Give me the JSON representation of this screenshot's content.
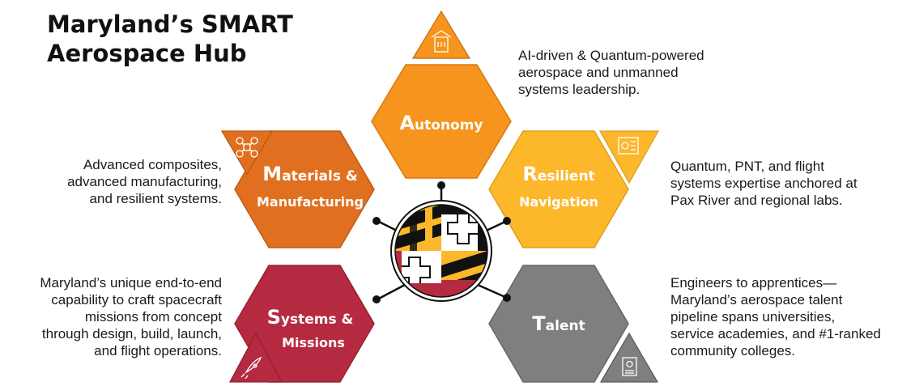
{
  "title": {
    "line1": "Maryland’s SMART",
    "line2": "Aerospace Hub"
  },
  "colors": {
    "autonomy": "#F7941D",
    "materials": "#E07020",
    "navigation": "#FCB72B",
    "systems": "#B52A40",
    "talent": "#7F7F7F",
    "connector": "#111111"
  },
  "hexes": {
    "autonomy": {
      "initial": "A",
      "rest": "utonomy",
      "line2": ""
    },
    "materials": {
      "initial": "M",
      "rest": "aterials &",
      "line2": "Manufacturing"
    },
    "navigation": {
      "initial": "R",
      "rest": "esilient",
      "line2": "Navigation"
    },
    "systems": {
      "initial": "S",
      "rest": "ystems &",
      "line2": "Missions"
    },
    "talent": {
      "initial": "T",
      "rest": "alent",
      "line2": ""
    }
  },
  "icons": {
    "autonomy": "buildings-icon",
    "materials": "drone-icon",
    "navigation": "blueprint-gear-icon",
    "systems": "rocket-icon",
    "talent": "certificate-icon",
    "center": "maryland-flag-emblem"
  },
  "descriptions": {
    "autonomy": "AI-driven & Quantum-powered\naerospace and unmanned\nsystems leadership.",
    "materials": "Advanced composites,\nadvanced manufacturing,\nand resilient systems.",
    "navigation": "Quantum, PNT, and flight\nsystems expertise anchored at\nPax River and regional labs.",
    "systems": "Maryland’s unique end-to-end\ncapability to craft spacecraft\nmissions from concept\nthrough design, build, launch,\nand flight operations.",
    "talent": "Engineers to apprentices—\nMaryland’s aerospace talent\npipeline spans universities,\nservice academies, and #1-ranked\ncommunity colleges."
  }
}
